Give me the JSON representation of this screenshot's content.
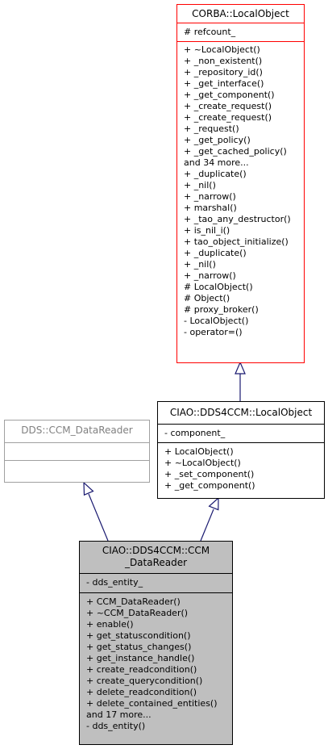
{
  "classes": {
    "corba_local_object": {
      "title": "CORBA::LocalObject",
      "attributes": [
        "# refcount_"
      ],
      "methods": [
        "+ ~LocalObject()",
        "+ _non_existent()",
        "+ _repository_id()",
        "+ _get_interface()",
        "+ _get_component()",
        "+ _create_request()",
        "+ _create_request()",
        "+ _request()",
        "+ _get_policy()",
        "+ _get_cached_policy()",
        "and 34 more...",
        "+ _duplicate()",
        "+ _nil()",
        "+ _narrow()",
        "+ marshal()",
        "+ _tao_any_destructor()",
        "+ is_nil_i()",
        "+ tao_object_initialize()",
        "+ _duplicate()",
        "+ _nil()",
        "+ _narrow()",
        "# LocalObject()",
        "# Object()",
        "# proxy_broker()",
        "- LocalObject()",
        "- operator=()"
      ]
    },
    "ciao_local_object": {
      "title": "CIAO::DDS4CCM::LocalObject",
      "attributes": [
        "- component_"
      ],
      "methods": [
        "+ LocalObject()",
        "+ ~LocalObject()",
        "+ _set_component()",
        "+ _get_component()"
      ]
    },
    "dds_ccm_datareader": {
      "title": "DDS::CCM_DataReader",
      "attributes": [],
      "methods": []
    },
    "ciao_ccm_datareader": {
      "title_line1": "CIAO::DDS4CCM::CCM",
      "title_line2": "_DataReader",
      "attributes": [
        "- dds_entity_"
      ],
      "methods": [
        "+ CCM_DataReader()",
        "+ ~CCM_DataReader()",
        "+ enable()",
        "+ get_statuscondition()",
        "+ get_status_changes()",
        "+ get_instance_handle()",
        "+ create_readcondition()",
        "+ create_querycondition()",
        "+ delete_readcondition()",
        "+ delete_contained_entities()",
        "and 17 more...",
        "- dds_entity()"
      ]
    }
  },
  "colors": {
    "corba_border": "#ff0000",
    "ciao_border": "#000000",
    "dds_border": "#a0a0a0",
    "dds_text": "#808080",
    "selected_fill": "#bfbfbf",
    "arrow": "#191970"
  }
}
